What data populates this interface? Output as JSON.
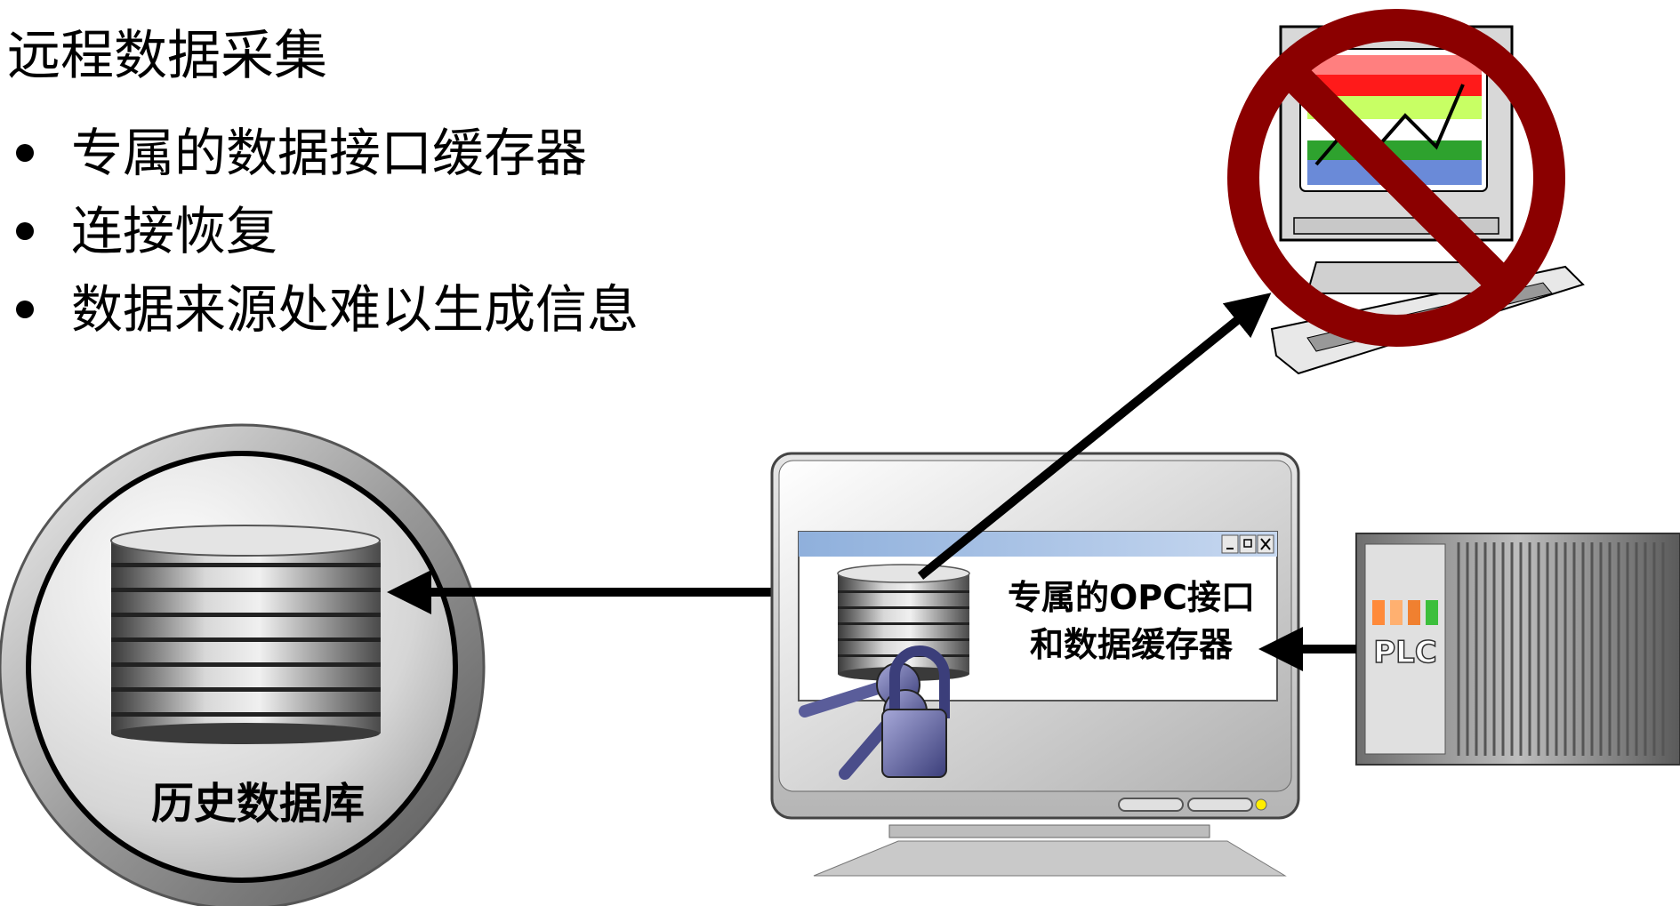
{
  "title": "远程数据采集",
  "bullets": [
    {
      "text": "专属的数据接口缓存器"
    },
    {
      "text": "连接恢复"
    },
    {
      "text": "数据来源处难以生成信息"
    }
  ],
  "historian": {
    "label": "历史数据库"
  },
  "opc_window": {
    "line1": "专属的OPC接口",
    "line2": "和数据缓存器"
  },
  "plc": {
    "label": "PLC"
  },
  "colors": {
    "prohibition_red": "#8b0000",
    "titlebar": "#8fb0dc",
    "stripe_pink": "#ff7f7f",
    "stripe_red": "#ff1a1a",
    "stripe_lime": "#c8ff64",
    "stripe_green": "#2ea22e",
    "stripe_blue": "#6a8ad8"
  }
}
